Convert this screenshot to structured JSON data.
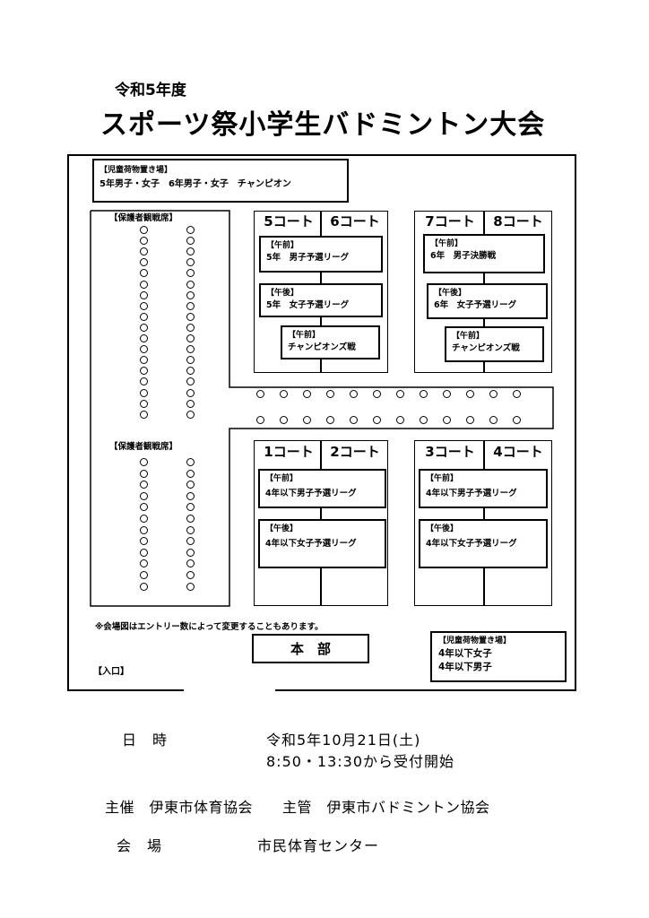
{
  "header": {
    "year": "令和5年度",
    "title": "スポーツ祭小学生バドミントン大会"
  },
  "venue_map": {
    "kids_storage_top": {
      "title": "【児童荷物置き場】",
      "body": "5年男子・女子　6年男子・女子　チャンピオン"
    },
    "spectator_top": "【保護者観戦席】",
    "spectator_bottom": "【保護者観戦席】",
    "court_group_5_6": {
      "courts": [
        "5コート",
        "6コート"
      ],
      "sessions": [
        {
          "time": "【午前】",
          "event": "5年　男子予選リーグ"
        },
        {
          "time": "【午後】",
          "event": "5年　女子予選リーグ"
        },
        {
          "time": "【午前】",
          "event": "チャンピオンズ戦"
        }
      ]
    },
    "court_group_7_8": {
      "courts": [
        "7コート",
        "8コート"
      ],
      "sessions": [
        {
          "time": "【午前】",
          "event": "6年　男子決勝戦"
        },
        {
          "time": "【午後】",
          "event": "6年　女子予選リーグ"
        },
        {
          "time": "【午前】",
          "event": "チャンピオンズ戦"
        }
      ]
    },
    "court_group_1_2": {
      "courts": [
        "1コート",
        "2コート"
      ],
      "sessions": [
        {
          "time": "【午前】",
          "event": "4年以下男子予選リーグ"
        },
        {
          "time": "【午後】",
          "event": "4年以下女子予選リーグ"
        }
      ]
    },
    "court_group_3_4": {
      "courts": [
        "3コート",
        "4コート"
      ],
      "sessions": [
        {
          "time": "【午前】",
          "event": "4年以下男子予選リーグ"
        },
        {
          "time": "【午後】",
          "event": "4年以下女子予選リーグ"
        }
      ]
    },
    "note": "※会場図はエントリー数によって変更することもあります。",
    "headquarters": "本　部",
    "entrance": "【入口】",
    "kids_storage_bottom": {
      "title": "【児童荷物置き場】",
      "lines": [
        "4年以下女子",
        "4年以下男子"
      ]
    }
  },
  "info": {
    "date_label": "日　時",
    "date_value": "令和5年10月21日(土)",
    "time_value": "8:50・13:30から受付開始",
    "organizer": "主催　伊東市体育協会　　主管　伊東市バドミントン協会",
    "venue_label": "会　場",
    "venue_value": "市民体育センター"
  }
}
